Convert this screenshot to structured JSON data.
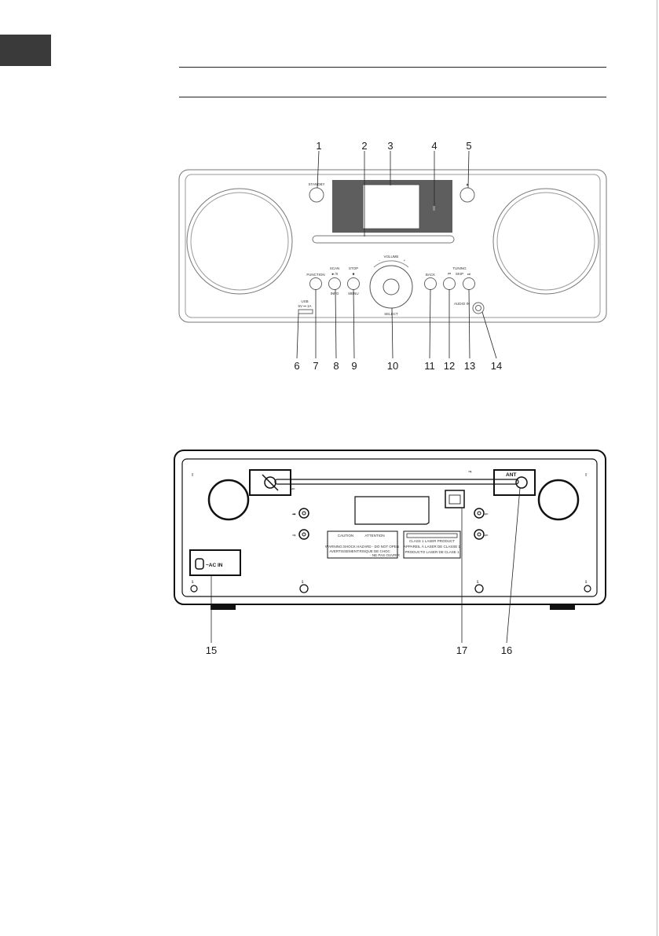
{
  "front": {
    "callouts": [
      "1",
      "2",
      "3",
      "4",
      "5",
      "6",
      "7",
      "8",
      "9",
      "10",
      "11",
      "12",
      "13",
      "14"
    ],
    "labels": {
      "standby": "STANDBY",
      "eject": "▲",
      "volume": "VOLUME",
      "vol_minus": "-",
      "vol_plus": "+",
      "function": "FUNCTION",
      "scan": "SCAN",
      "play_pause": "►/II",
      "info": "INFO",
      "stop": "STOP",
      "stop_symbol": "■",
      "menu": "MENU",
      "select": "SELECT",
      "back": "BACK",
      "tuning": "TUNING",
      "prev": "⏮",
      "skip": "SKIP",
      "next": "⏭",
      "audio_in": "AUDIO IN",
      "usb": "USB",
      "usb_spec": "5V ⎓ 1A"
    }
  },
  "rear": {
    "callouts": [
      "15",
      "17",
      "16"
    ],
    "labels": {
      "ant": "ANT",
      "ac_in": "~AC IN",
      "caution": "CAUTION",
      "attention": "ATTENTION",
      "warning": "WARNING:SHOCK HAZARD - DO NOT OPEN",
      "avertissement": "AVERTISSEMENT:RISQUE DE CHOC",
      "ne_pas": "- NE PAS OUVRIR",
      "laser1": "CLASS 1 LASER PRODUCT",
      "laser2": "APPAREIL À LASER DE CLASSE 1",
      "laser3": "PRODUCTO LASER DE CLASE 1"
    }
  }
}
